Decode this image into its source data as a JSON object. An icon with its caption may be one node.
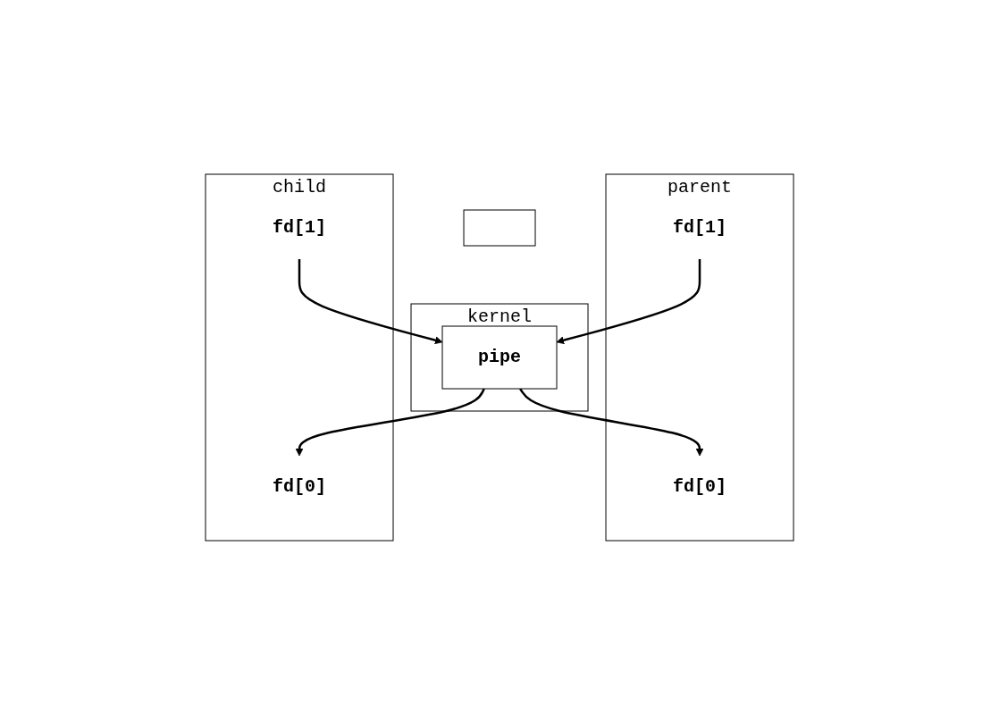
{
  "diagram": {
    "nodes": [
      {
        "text": [
          "parent"
        ]
      },
      {
        "text": [
          "fd[0]"
        ],
        "in": 0
      },
      {
        "text": [
          "fd[1]"
        ],
        "in": 0
      },
      {
        "text": [],
        "shape": "box"
      },
      {
        "text": [
          "child"
        ]
      },
      {
        "text": [
          "fd[0]"
        ],
        "in": 4
      },
      {
        "text": [
          "fd[1]"
        ],
        "in": 4
      },
      {
        "text": [
          "kernel"
        ]
      },
      {
        "text": [
          "pipe"
        ],
        "in": 7
      }
    ],
    "edges": [
      {
        "from": 8,
        "to": 1,
        "arrow": "to"
      },
      {
        "from": 2,
        "to": 8,
        "arrow": "to"
      },
      {
        "from": 8,
        "to": 5,
        "arrow": "to"
      },
      {
        "from": 6,
        "to": 8,
        "arrow": "to"
      }
    ]
  }
}
